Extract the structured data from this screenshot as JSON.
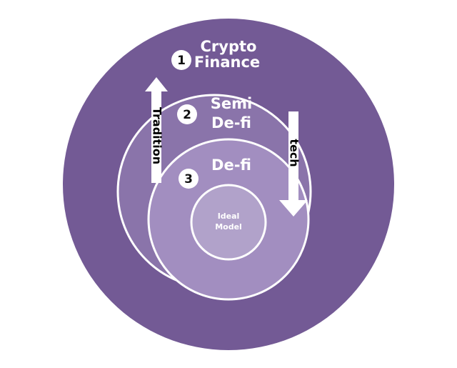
{
  "rings": [
    {
      "number": "1",
      "label_line1": "Crypto",
      "label_line2": "Finance"
    },
    {
      "number": "2",
      "label_line1": "Semi",
      "label_line2": "De-fi"
    },
    {
      "number": "3",
      "label_line1": "De-fi"
    },
    {
      "label_line1": "Ideal",
      "label_line2": "Model"
    }
  ],
  "arrows": {
    "up_label": "Tradition",
    "down_label": "tech"
  },
  "colors": {
    "outer": "#735a95",
    "middle": "#8a74aa",
    "inner": "#a28ec0",
    "core": "#b1a2ca",
    "stroke": "#ffffff"
  }
}
